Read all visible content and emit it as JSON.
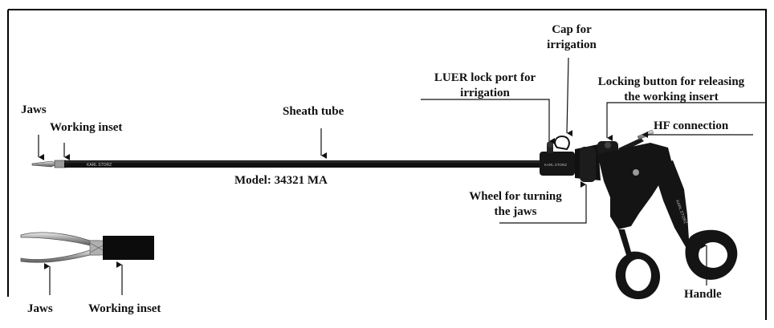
{
  "figure": {
    "labels": {
      "jaws_top": "Jaws",
      "working_inset_top": "Working inset",
      "sheath_tube": "Sheath tube",
      "model": "Model: 34321 MA",
      "luer_line1": "LUER lock port for",
      "luer_line2": "irrigation",
      "cap_line1": "Cap for",
      "cap_line2": "irrigation",
      "locking_line1": "Locking button for releasing",
      "locking_line2": "the working insert",
      "hf_connection": "HF connection",
      "wheel_line1": "Wheel for turning",
      "wheel_line2": "the jaws",
      "handle": "Handle",
      "jaws_bottom": "Jaws",
      "working_inset_bottom": "Working inset"
    },
    "instrument_marks": {
      "shaft_brand": "KARL STORZ",
      "hub_brand": "KARL STORZ",
      "handle_brand": "KARL STORZ"
    },
    "colors": {
      "border": "#000000",
      "instrument": "#111111",
      "metal": "#b8b8b8",
      "text": "#111111"
    }
  }
}
